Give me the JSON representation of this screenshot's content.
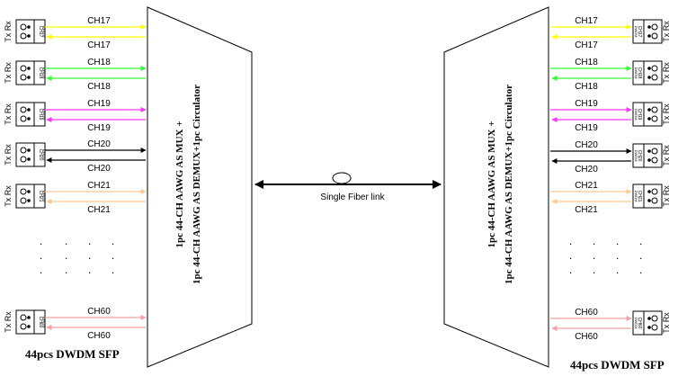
{
  "channels": [
    {
      "label": "CH17",
      "module_label": "CH17",
      "color": "#ffff00"
    },
    {
      "label": "CH18",
      "module_label": "CH18",
      "color": "#33ff33"
    },
    {
      "label": "CH19",
      "module_label": "CH19",
      "color": "#ff33ff"
    },
    {
      "label": "CH20",
      "module_label": "CH20",
      "color": "#000000"
    },
    {
      "label": "CH21",
      "module_label": "CH21",
      "color": "#ffc890"
    },
    {
      "label": "CH60",
      "module_label": "CH60",
      "color": "#f4a0a0"
    }
  ],
  "module": {
    "side_label": "Tx Rx",
    "header": "DWDM"
  },
  "left_mux": {
    "line1": "1pc 44-CH AAWG AS MUX +",
    "line2": "1pc 44-CH AAWG AS DEMUX+1pc Circulator"
  },
  "right_mux": {
    "line1": "1pc 44-CH AAWG AS MUX +",
    "line2": "1pc 44-CH AAWG AS DEMUX+1pc Circulator"
  },
  "fiber_link": {
    "label": "Single Fiber link"
  },
  "footer": {
    "left": "44pcs DWDM SFP",
    "right": "44pcs DWDM SFP"
  }
}
